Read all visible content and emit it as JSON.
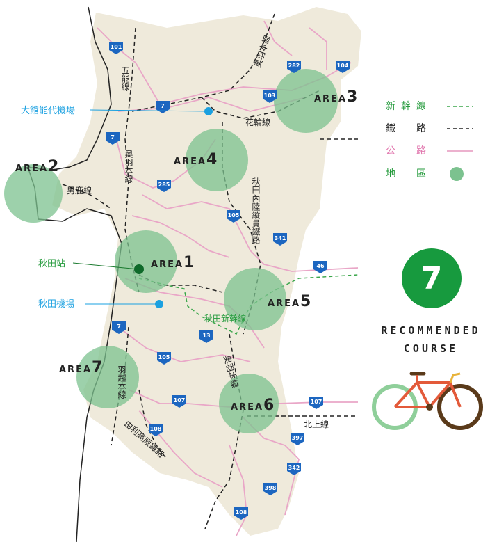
{
  "areas": [
    {
      "id": "area1",
      "word": "AREA",
      "num": "1"
    },
    {
      "id": "area2",
      "word": "AREA",
      "num": "2"
    },
    {
      "id": "area3",
      "word": "AREA",
      "num": "3"
    },
    {
      "id": "area4",
      "word": "AREA",
      "num": "4"
    },
    {
      "id": "area5",
      "word": "AREA",
      "num": "5"
    },
    {
      "id": "area6",
      "word": "AREA",
      "num": "6"
    },
    {
      "id": "area7",
      "word": "AREA",
      "num": "7"
    }
  ],
  "places": {
    "odate_airport": "大館能代機場",
    "akita_station": "秋田站",
    "akita_airport": "秋田機場"
  },
  "lines": {
    "gonou_v": "五能線",
    "ou_north": "奥羽本線",
    "ou_mid": "奥羽本線",
    "ou_south": "奥羽本線",
    "hanawa": "花輪線",
    "oga": "男鹿線",
    "akita_nairiku": "秋田內陸縱貫鐵路",
    "akita_shinkansen": "秋田新幹線",
    "uetsu": "羽越本線",
    "kitakami": "北上線",
    "yuri_kogen": "由利高原鐵路"
  },
  "routes": {
    "r101": "101",
    "r7a": "7",
    "r7b": "7",
    "r7c": "7",
    "r282": "282",
    "r104": "104",
    "r103": "103",
    "r285": "285",
    "r105a": "105",
    "r105b": "105",
    "r341": "341",
    "r46": "46",
    "r13": "13",
    "r107a": "107",
    "r107b": "107",
    "r108a": "108",
    "r108b": "108",
    "r397": "397",
    "r342": "342",
    "r398": "398"
  },
  "legend": {
    "shinkansen": "新幹線",
    "railway": "鐵　路",
    "road": "公　路",
    "area": "地　區"
  },
  "course": {
    "number": "7",
    "line1": "RECOMMENDED",
    "line2": "COURSE"
  },
  "colors": {
    "land": "#efeadb",
    "area_circle": "#7cc28f",
    "road": "#e9a6c7",
    "route_shield": "#1c66c0",
    "shinkansen": "#3aa64a",
    "railway": "#222222",
    "airport": "#1aa0e0",
    "station": "#1a7a2e",
    "badge": "#179a3e"
  }
}
